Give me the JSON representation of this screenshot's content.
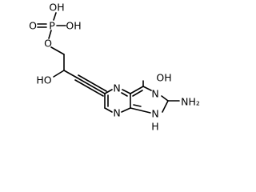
{
  "molecule": {
    "atoms": {
      "p": "P",
      "o_double": "O",
      "oh_top": "OH",
      "oh_right": "OH",
      "o_ester": "O",
      "ho_side": "HO",
      "oh_ring": "OH",
      "n_upper": "N",
      "n_lower": "N",
      "nh_ring": "N",
      "nh_ring_h": "H",
      "n_bottom": "N",
      "nh2": "NH₂"
    }
  }
}
